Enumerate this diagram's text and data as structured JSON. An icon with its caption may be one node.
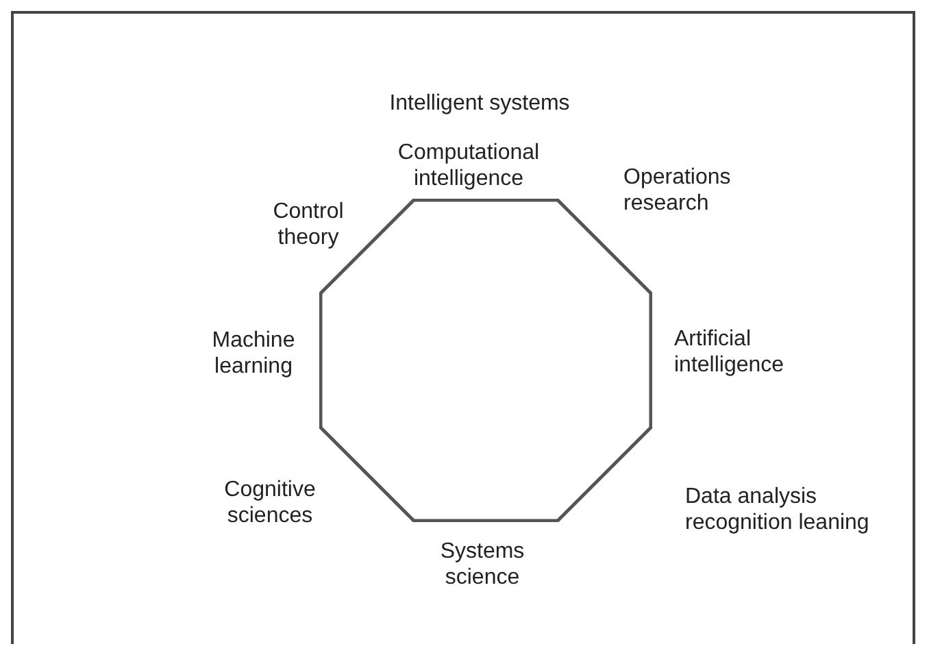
{
  "diagram": {
    "nodes": [
      {
        "text": [
          "Intelligent systems"
        ]
      },
      {
        "text": [],
        "shape": "octagon",
        "in": 0,
        "beside": [
          "Computational intelligence",
          "Operations research",
          "Artificial intelligence",
          "Data analysis recognition leaning",
          "Systems science",
          "Cognitive sciences",
          "Machine learning",
          "Control theory"
        ]
      }
    ]
  }
}
